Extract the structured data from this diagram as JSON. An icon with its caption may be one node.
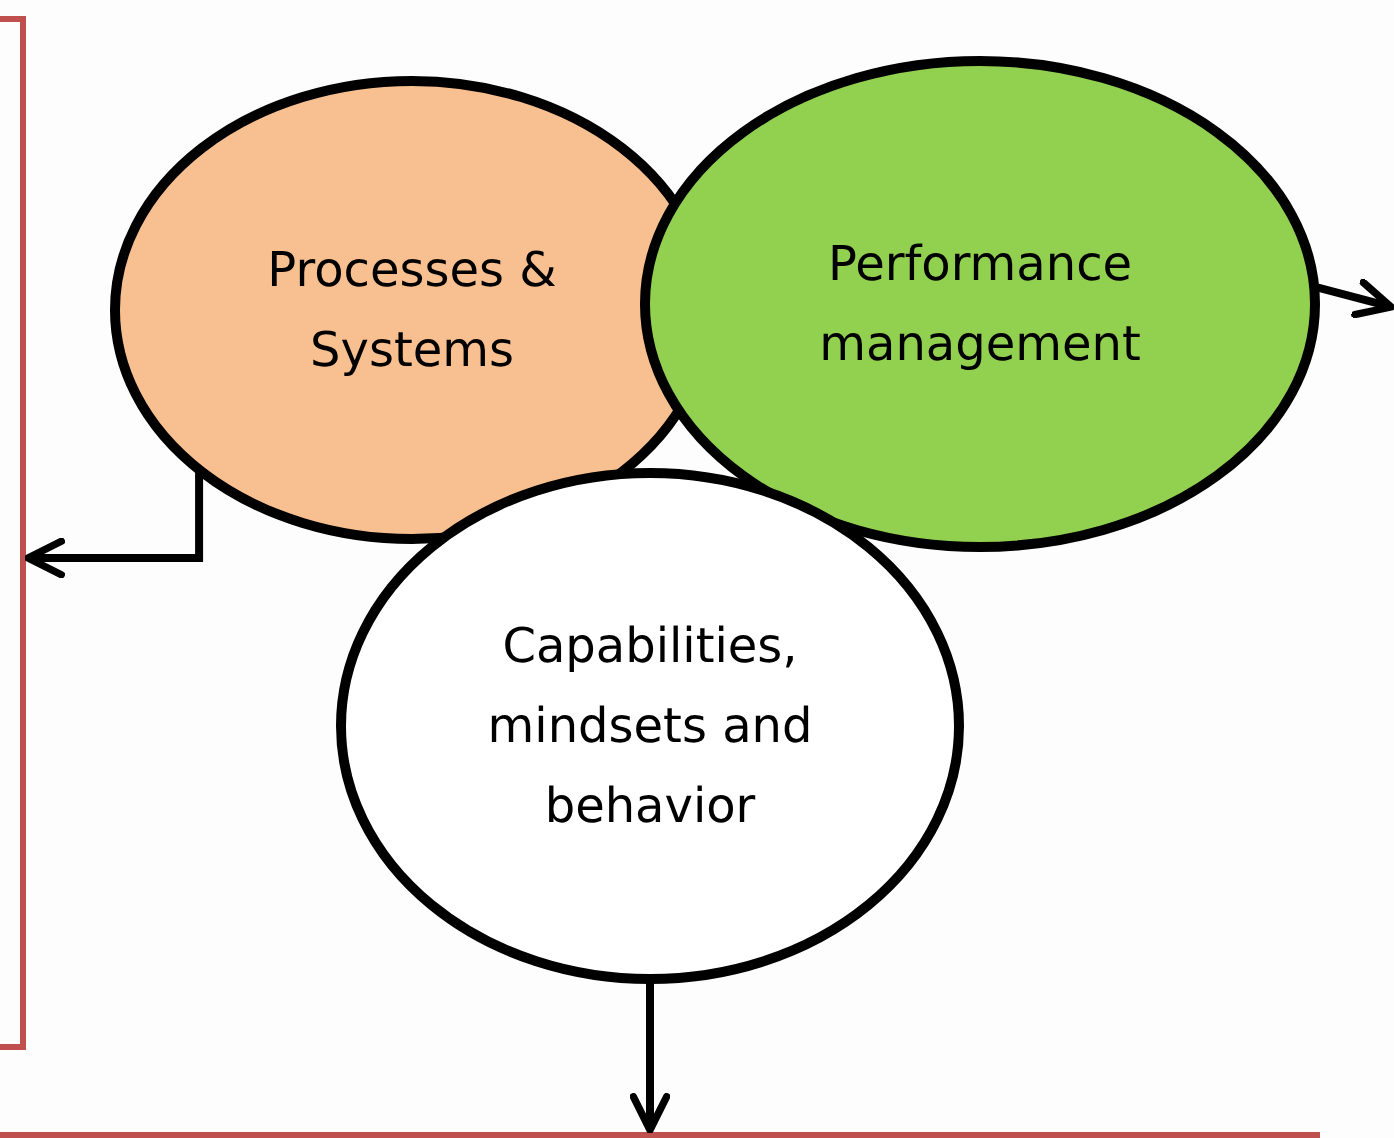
{
  "diagram": {
    "nodes": [
      {
        "text": [],
        "shape": "box"
      },
      {
        "text": [
          "Processes & Systems"
        ]
      },
      {
        "text": [
          "Performance management"
        ]
      },
      {
        "text": [
          "Capabilities, mindsets and behavior"
        ]
      },
      {
        "text": [],
        "shape": "box"
      }
    ],
    "edges": [
      {
        "from": 1,
        "to": 0,
        "arrow": "to"
      },
      {
        "from": 2,
        "to": null,
        "arrow": "to"
      },
      {
        "from": 3,
        "to": 4,
        "arrow": "to"
      }
    ]
  }
}
